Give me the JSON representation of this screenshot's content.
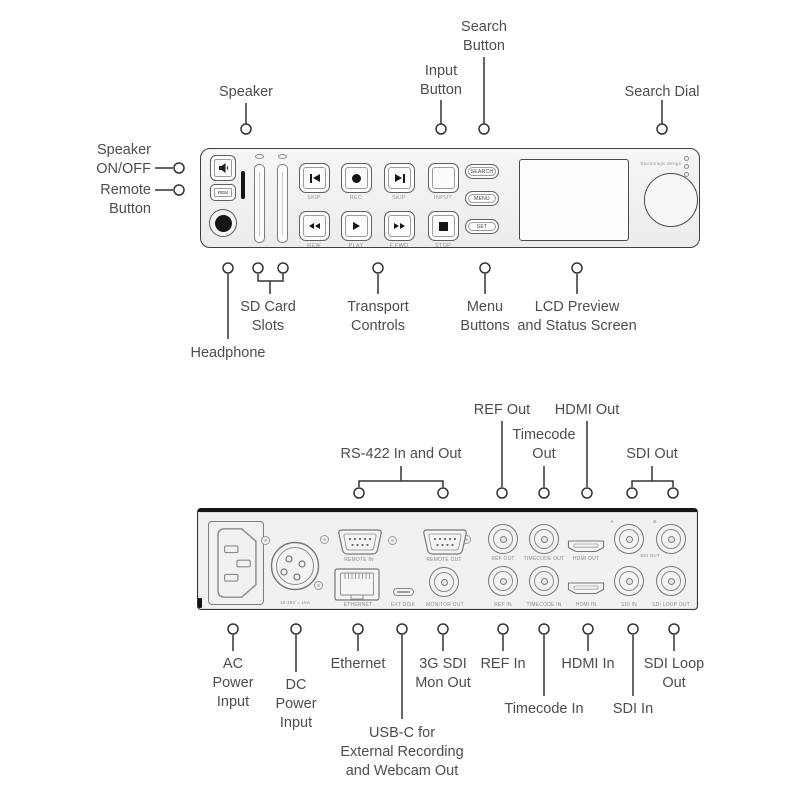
{
  "front_panel": {
    "callouts": {
      "speaker": "Speaker",
      "speaker_on_off": [
        "Speaker",
        "ON/OFF"
      ],
      "remote_button": [
        "Remote",
        "Button"
      ],
      "input_button": [
        "Input",
        "Button"
      ],
      "search_button": [
        "Search",
        "Button"
      ],
      "search_dial": "Search Dial",
      "headphone": "Headphone",
      "sd_card_slots": [
        "SD Card",
        "Slots"
      ],
      "transport_controls": [
        "Transport",
        "Controls"
      ],
      "menu_buttons": [
        "Menu",
        "Buttons"
      ],
      "lcd_screen": [
        "LCD Preview",
        "and Status Screen"
      ]
    },
    "buttons": {
      "rem": "REM",
      "skip_back": "SKIP",
      "rec": "REC",
      "skip_fwd": "SKIP",
      "input": "INPUT",
      "rew": "REW",
      "play": "PLAY",
      "ffwd": "F FWD",
      "stop": "STOP",
      "search": "SEARCH",
      "menu": "MENU",
      "set": "SET"
    },
    "brand": "Blackmagic design"
  },
  "rear_panel": {
    "callouts": {
      "rs422": "RS-422 In and Out",
      "ref_out": "REF Out",
      "timecode_out": [
        "Timecode",
        "Out"
      ],
      "hdmi_out": "HDMI Out",
      "sdi_out": "SDI Out",
      "ac_power": [
        "AC",
        "Power",
        "Input"
      ],
      "dc_power": [
        "DC",
        "Power",
        "Input"
      ],
      "ethernet": "Ethernet",
      "usb_c": [
        "USB-C for",
        "External Recording",
        "and Webcam Out"
      ],
      "sdi_mon": [
        "3G SDI",
        "Mon Out"
      ],
      "ref_in": "REF In",
      "timecode_in": "Timecode In",
      "hdmi_in": "HDMI In",
      "sdi_in": "SDI In",
      "sdi_loop": [
        "SDI Loop",
        "Out"
      ]
    },
    "ports": {
      "power_rating": "12-18V = 16A",
      "remote_in": "REMOTE IN",
      "remote_out": "REMOTE OUT",
      "ethernet": "ETHERNET",
      "ext_disk": "EXT DISK",
      "monitor_out": "MONITOR OUT",
      "ref_out": "REF OUT",
      "timecode_out": "TIMECODE OUT",
      "hdmi_out": "HDMI OUT",
      "sdi_out": "SDI OUT",
      "sdi_a": "A",
      "sdi_b": "B",
      "ref_in": "REF IN",
      "timecode_in": "TIMECODE IN",
      "hdmi_in": "HDMI IN",
      "sdi_in": "SDI IN",
      "sdi_loop_out": "SDI LOOP OUT"
    }
  },
  "colors": {
    "background": "#ffffff",
    "panel_fill": "#f1f1f1",
    "panel_outline": "#3f3f3f",
    "callout_text": "#4d4d4d",
    "callout_line": "#333333"
  }
}
